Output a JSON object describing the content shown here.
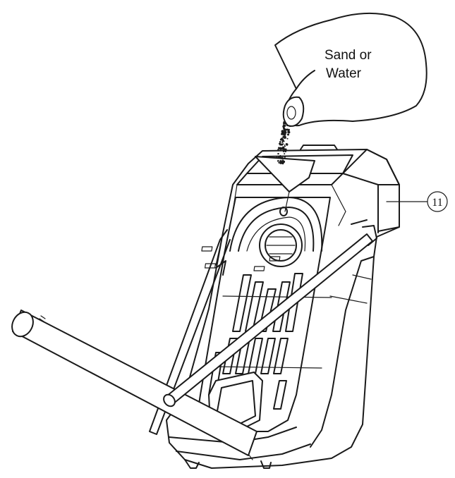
{
  "bag": {
    "line1": "Sand or",
    "line2": "Water"
  },
  "callout": {
    "number": "11"
  }
}
